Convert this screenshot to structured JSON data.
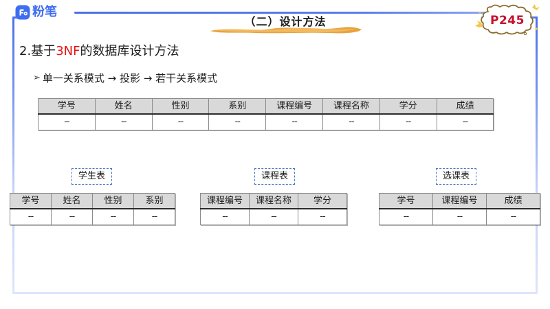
{
  "brand": {
    "logo_icon": "fenbi-logo-icon",
    "logo_text": "粉笔"
  },
  "header": {
    "title": "（二）设计方法",
    "page_badge": "P245"
  },
  "content": {
    "heading_prefix": "2.基于",
    "heading_accent": "3NF",
    "heading_suffix": "的数据库设计方法",
    "bullet_marker": "➢",
    "bullet_text": "单一关系模式 → 投影 → 若干关系模式"
  },
  "main_table": {
    "name": "universal-relation-table",
    "headers": [
      "学号",
      "姓名",
      "性别",
      "系别",
      "课程编号",
      "课程名称",
      "学分",
      "成绩"
    ],
    "rows": [
      [
        "--",
        "--",
        "--",
        "--",
        "--",
        "--",
        "--",
        "--"
      ]
    ]
  },
  "decomposed": [
    {
      "label": "学生表",
      "headers": [
        "学号",
        "姓名",
        "性别",
        "系别"
      ],
      "rows": [
        [
          "--",
          "--",
          "--",
          "--"
        ]
      ]
    },
    {
      "label": "课程表",
      "headers": [
        "课程编号",
        "课程名称",
        "学分"
      ],
      "rows": [
        [
          "--",
          "--",
          "--"
        ]
      ]
    },
    {
      "label": "选课表",
      "headers": [
        "学号",
        "课程编号",
        "成绩"
      ],
      "rows": [
        [
          "--",
          "--",
          "--"
        ]
      ]
    }
  ],
  "colors": {
    "brand_blue": "#3d6df0",
    "frame_blue": "#4a6fe8",
    "accent_red": "#e8110f",
    "badge_red": "#c8102e",
    "brush_orange": "#e8a33d",
    "header_fill": "#d9d9d9",
    "dashed_border": "#4472c4"
  }
}
